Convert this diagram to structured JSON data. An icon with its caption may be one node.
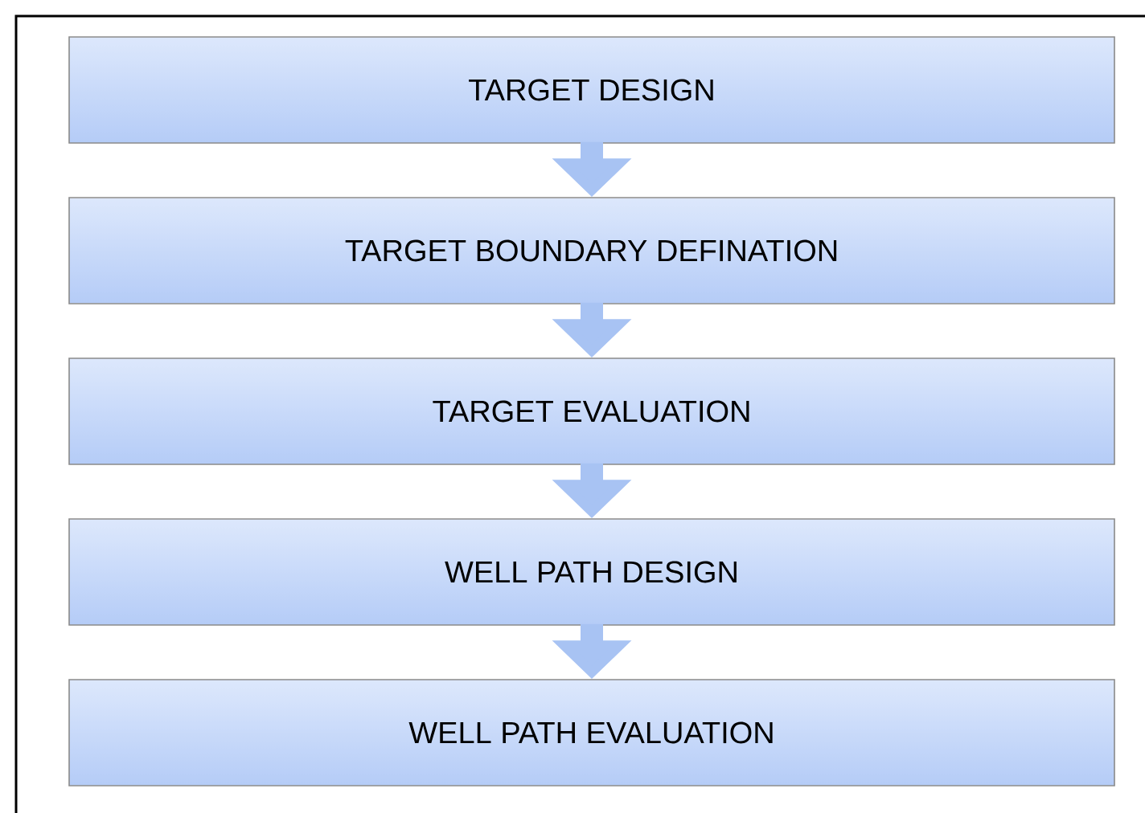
{
  "diagram": {
    "nodes": [
      {
        "text": [
          "TARGET DESIGN"
        ]
      },
      {
        "text": [
          "TARGET BOUNDARY DEFINATION"
        ]
      },
      {
        "text": [
          "TARGET EVALUATION"
        ]
      },
      {
        "text": [
          "WELL PATH DESIGN"
        ]
      },
      {
        "text": [
          "WELL PATH EVALUATION"
        ]
      }
    ],
    "edges": [
      {
        "from": 0,
        "to": 1,
        "arrow": "to"
      },
      {
        "from": 1,
        "to": 2,
        "arrow": "to"
      },
      {
        "from": 2,
        "to": 3,
        "arrow": "to"
      },
      {
        "from": 3,
        "to": 4,
        "arrow": "to"
      }
    ]
  }
}
